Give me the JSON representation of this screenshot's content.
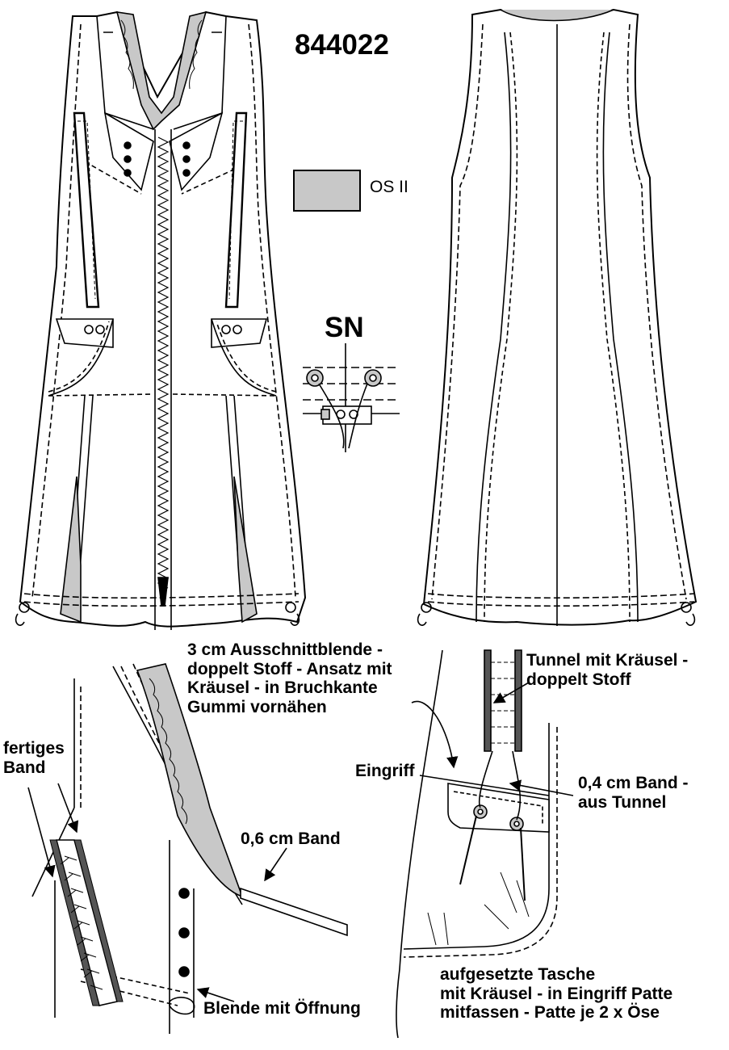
{
  "model_number": "844022",
  "legend": {
    "swatch_color": "#c8c8c8",
    "label": "OS II"
  },
  "detail_sn": {
    "label": "SN"
  },
  "annotations": {
    "neckline": [
      "3 cm Ausschnittblende -",
      "doppelt Stoff - Ansatz mit",
      "Kräusel - in Bruchkante",
      "Gummi vornähen"
    ],
    "tunnel": [
      "Tunnel mit Kräusel -",
      "doppelt Stoff"
    ],
    "finished_band": [
      "fertiges",
      "Band"
    ],
    "grip": "Eingriff",
    "band_04": [
      "0,4 cm Band -",
      "aus Tunnel"
    ],
    "band_06": "0,6 cm Band",
    "facing_opening": "Blende mit Öffnung",
    "pocket": [
      "aufgesetzte Tasche",
      "mit Kräusel - in Eingriff Patte",
      "mitfassen - Patte je 2 x Öse"
    ]
  },
  "colors": {
    "fabric_contrast": "#c8c8c8",
    "line": "#000000"
  }
}
